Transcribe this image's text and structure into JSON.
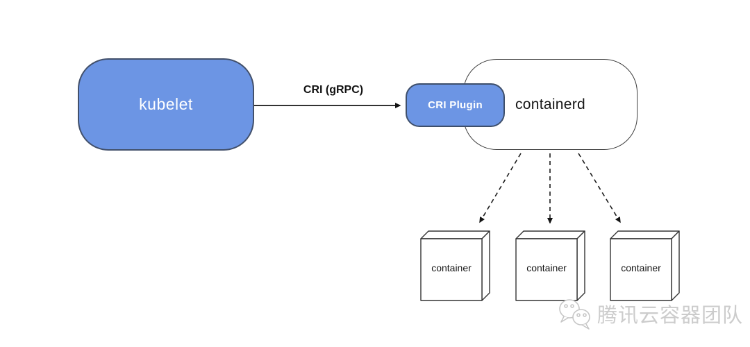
{
  "diagram": {
    "nodes": {
      "kubelet": {
        "label": "kubelet"
      },
      "cri_plugin": {
        "label": "CRI Plugin"
      },
      "containerd": {
        "label": "containerd"
      },
      "containers": [
        {
          "label": "container"
        },
        {
          "label": "container"
        },
        {
          "label": "container"
        }
      ]
    },
    "edges": {
      "kubelet_to_cri_plugin": {
        "label": "CRI (gRPC)",
        "style": "solid-arrow"
      },
      "containerd_to_containers": {
        "style": "dashed-arrow",
        "count": 3
      }
    },
    "colors": {
      "node_blue": "#6c95e4",
      "blue_border": "#42506b",
      "outline_dark": "#3a3a3a",
      "arrow_black": "#141414",
      "text_on_blue": "#ffffff",
      "text_dark": "#161616",
      "watermark_gray": "#cccccc"
    },
    "watermark": {
      "icon": "wechat-icon",
      "text": "腾讯云容器团队"
    }
  }
}
